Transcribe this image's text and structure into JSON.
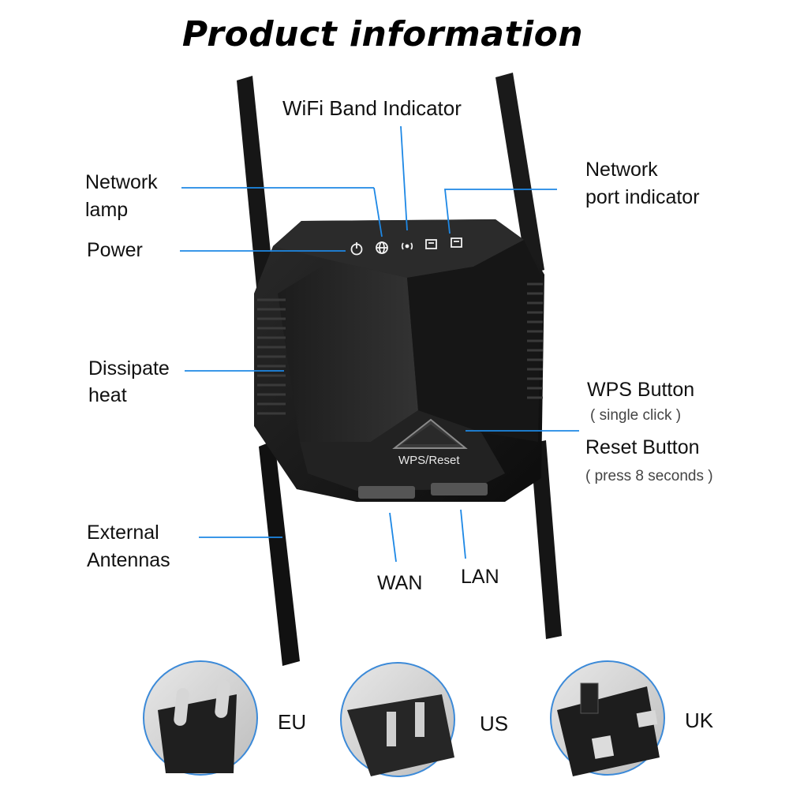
{
  "title": "Product information",
  "device": {
    "button_label": "WPS/Reset"
  },
  "labels": {
    "wifi_band_indicator": "WiFi Band Indicator",
    "network_lamp": [
      "Network",
      "lamp"
    ],
    "power": "Power",
    "network_port_indicator": [
      "Network",
      "port indicator"
    ],
    "dissipate_heat": [
      "Dissipate",
      "heat"
    ],
    "wps_button": "WPS Button",
    "wps_button_note": "( single click )",
    "reset_button": "Reset Button",
    "reset_button_note": "( press 8 seconds )",
    "external_antennas": [
      "External",
      "Antennas"
    ],
    "wan": "WAN",
    "lan": "LAN"
  },
  "plugs": [
    {
      "label": "EU"
    },
    {
      "label": "US"
    },
    {
      "label": "UK"
    }
  ],
  "colors": {
    "callout_line": "#1e88e5",
    "device_body": "#1b1b1b",
    "background": "#ffffff"
  }
}
